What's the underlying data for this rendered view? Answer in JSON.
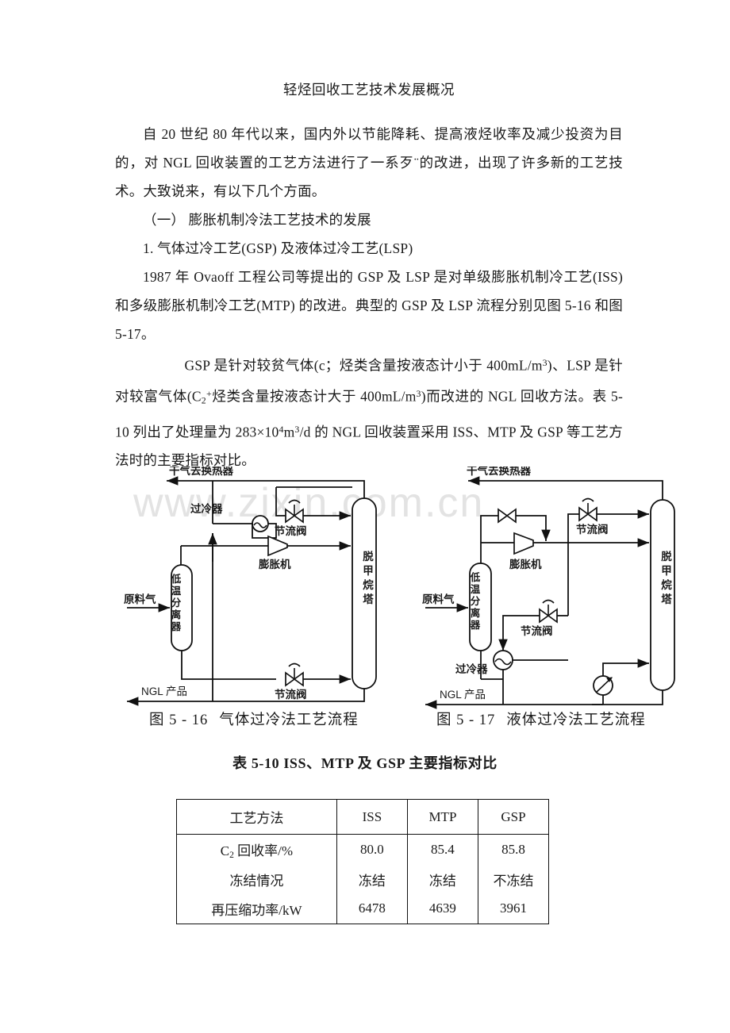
{
  "document": {
    "title": "轻烃回收工艺技术发展概况",
    "paragraphs": [
      "自 20 世纪 80 年代以来，国内外以节能降耗、提高液烃收率及减少投资为目的，对 NGL 回收装置的工艺方法进行了一系歹¨的改进，出现了许多新的工艺技术。大致说来，有以下几个方面。",
      "（一） 膨胀机制冷法工艺技术的发展",
      "1.  气体过冷工艺(GSP) 及液体过冷工艺(LSP)",
      "1987 年 Ovaoff 工程公司等提出的 GSP 及 LSP 是对单级膨胀机制冷工艺(ISS) 和多级膨胀机制冷工艺(MTP) 的改进。典型的 GSP 及 LSP 流程分别见图 5-16 和图 5-17。"
    ],
    "para5_prefix": "GSP 是针对较贫气体(c；烃类含量按液态计小于 400mL/m",
    "para5_mid": ")、LSP 是针对较富气体(C",
    "para5_mid2": "烃类含量按液态计大于 400mL/m",
    "para5_mid3": ")而改进的 NGL 回收方法。表 5-10 列出了处理量为 283×10",
    "para5_mid4": "m",
    "para5_mid5": "/d 的 NGL 回收装置采用 ISS、MTP 及 GSP 等工艺方法时的主要指标对比。",
    "watermark": "www.zixin.com.cn"
  },
  "figures": {
    "left": {
      "caption_num": "图 5 - 16",
      "caption_text": "气体过冷法工艺流程",
      "labels": {
        "dry_gas": "干气去换热器",
        "subcooler": "过冷器",
        "throttle_valve_top": "节流阀",
        "expander": "膨胀机",
        "feed_gas": "原料气",
        "separator": "低温分离器",
        "demethanizer": "脱甲烷塔",
        "throttle_valve_bottom": "节流阀",
        "ngl_product": "NGL 产品"
      }
    },
    "right": {
      "caption_num": "图 5 - 17",
      "caption_text": "液体过冷法工艺流程",
      "labels": {
        "dry_gas": "干气去换热器",
        "throttle_valve_top": "节流阀",
        "expander": "膨胀机",
        "feed_gas": "原料气",
        "separator": "低温分离器",
        "demethanizer": "脱甲烷塔",
        "throttle_valve_mid": "节流阀",
        "subcooler": "过冷器",
        "ngl_product": "NGL 产品"
      }
    }
  },
  "table": {
    "title": "表 5-10 ISS、MTP 及 GSP 主要指标对比",
    "headers": [
      "工艺方法",
      "ISS",
      "MTP",
      "GSP"
    ],
    "rows": [
      {
        "label": "C2 回收率/%",
        "label_main": "C",
        "label_sub": "2",
        "label_rest": " 回收率/%",
        "values": [
          "80.0",
          "85.4",
          "85.8"
        ]
      },
      {
        "label": "冻结情况",
        "label_main": "冻结情况",
        "label_sub": "",
        "label_rest": "",
        "values": [
          "冻结",
          "冻结",
          "不冻结"
        ]
      },
      {
        "label": "再压缩功率/kW",
        "label_main": "再压缩功率/kW",
        "label_sub": "",
        "label_rest": "",
        "values": [
          "6478",
          "4639",
          "3961"
        ]
      }
    ]
  },
  "colors": {
    "text": "#1a1a1a",
    "line": "#111111",
    "watermark": "#e3e3e3",
    "page": "#ffffff"
  }
}
